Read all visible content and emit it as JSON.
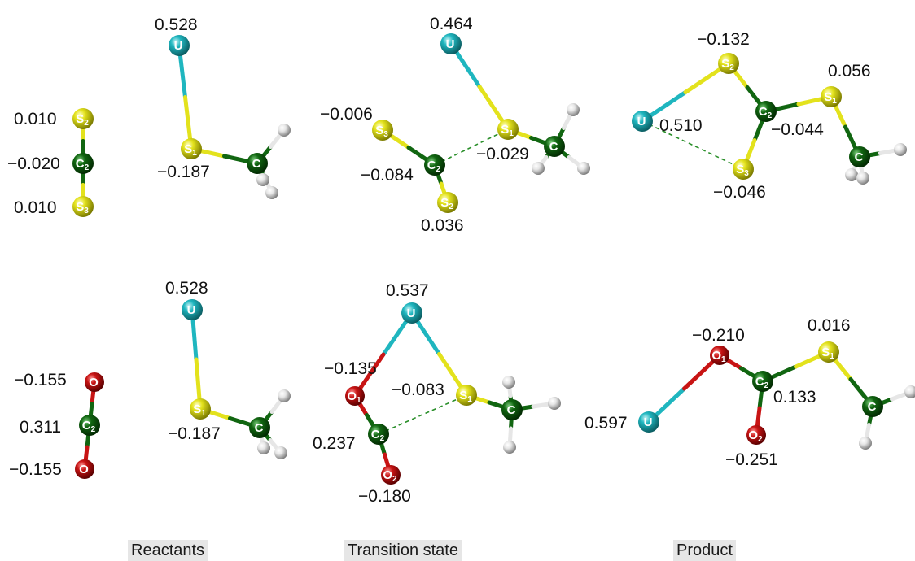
{
  "colors": {
    "U": "#1fb6bf",
    "S": "#e3e21c",
    "C": "#116611",
    "O": "#c81414",
    "H": "#e6e6e6",
    "dashed_bond": "#2a8f2a",
    "caption_bg": "#e6e6e6"
  },
  "captions": {
    "reactants": "Reactants",
    "transition_state": "Transition state",
    "product": "Product"
  },
  "molecules": [
    {
      "id": "cs2-reactant",
      "atoms": [
        {
          "el": "S",
          "label": "S",
          "sub": "2",
          "charge": "0.010"
        },
        {
          "el": "C",
          "label": "C",
          "sub": "2",
          "charge": "−0.020"
        },
        {
          "el": "S",
          "label": "S",
          "sub": "3",
          "charge": "0.010"
        }
      ]
    },
    {
      "id": "uscch3-top-reactant",
      "atoms": [
        {
          "el": "U",
          "label": "U",
          "sub": "",
          "charge": "0.528"
        },
        {
          "el": "S",
          "label": "S",
          "sub": "1",
          "charge": "−0.187"
        },
        {
          "el": "C",
          "label": "C",
          "sub": "",
          "charge": ""
        },
        {
          "el": "H",
          "label": "",
          "sub": "",
          "charge": ""
        },
        {
          "el": "H",
          "label": "",
          "sub": "",
          "charge": ""
        },
        {
          "el": "H",
          "label": "",
          "sub": "",
          "charge": ""
        }
      ]
    },
    {
      "id": "cs2-transition-state",
      "atoms": [
        {
          "el": "U",
          "label": "U",
          "sub": "",
          "charge": "0.464"
        },
        {
          "el": "S",
          "label": "S",
          "sub": "3",
          "charge": "−0.006"
        },
        {
          "el": "C",
          "label": "C",
          "sub": "2",
          "charge": "−0.084"
        },
        {
          "el": "S",
          "label": "S",
          "sub": "2",
          "charge": "0.036"
        },
        {
          "el": "S",
          "label": "S",
          "sub": "1",
          "charge": "−0.029"
        },
        {
          "el": "C",
          "label": "C",
          "sub": "",
          "charge": ""
        },
        {
          "el": "H",
          "label": "",
          "sub": "",
          "charge": ""
        },
        {
          "el": "H",
          "label": "",
          "sub": "",
          "charge": ""
        },
        {
          "el": "H",
          "label": "",
          "sub": "",
          "charge": ""
        }
      ]
    },
    {
      "id": "cs2-product",
      "atoms": [
        {
          "el": "U",
          "label": "U",
          "sub": "",
          "charge": "0.510"
        },
        {
          "el": "S",
          "label": "S",
          "sub": "2",
          "charge": "−0.132"
        },
        {
          "el": "C",
          "label": "C",
          "sub": "2",
          "charge": "−0.044"
        },
        {
          "el": "S",
          "label": "S",
          "sub": "1",
          "charge": "0.056"
        },
        {
          "el": "S",
          "label": "S",
          "sub": "3",
          "charge": "−0.046"
        },
        {
          "el": "C",
          "label": "C",
          "sub": "",
          "charge": ""
        },
        {
          "el": "H",
          "label": "",
          "sub": "",
          "charge": ""
        },
        {
          "el": "H",
          "label": "",
          "sub": "",
          "charge": ""
        },
        {
          "el": "H",
          "label": "",
          "sub": "",
          "charge": ""
        }
      ]
    },
    {
      "id": "co2-reactant",
      "atoms": [
        {
          "el": "O",
          "label": "O",
          "sub": "",
          "charge": "−0.155"
        },
        {
          "el": "C",
          "label": "C",
          "sub": "2",
          "charge": "0.311"
        },
        {
          "el": "O",
          "label": "O",
          "sub": "",
          "charge": "−0.155"
        }
      ]
    },
    {
      "id": "uscch3-bottom-reactant",
      "atoms": [
        {
          "el": "U",
          "label": "U",
          "sub": "",
          "charge": "0.528"
        },
        {
          "el": "S",
          "label": "S",
          "sub": "1",
          "charge": "−0.187"
        },
        {
          "el": "C",
          "label": "C",
          "sub": "",
          "charge": ""
        },
        {
          "el": "H",
          "label": "",
          "sub": "",
          "charge": ""
        },
        {
          "el": "H",
          "label": "",
          "sub": "",
          "charge": ""
        },
        {
          "el": "H",
          "label": "",
          "sub": "",
          "charge": ""
        }
      ]
    },
    {
      "id": "co2-transition-state",
      "atoms": [
        {
          "el": "U",
          "label": "U",
          "sub": "",
          "charge": "0.537"
        },
        {
          "el": "O",
          "label": "O",
          "sub": "1",
          "charge": "−0.135"
        },
        {
          "el": "C",
          "label": "C",
          "sub": "2",
          "charge": "0.237"
        },
        {
          "el": "O",
          "label": "O",
          "sub": "2",
          "charge": "−0.180"
        },
        {
          "el": "S",
          "label": "S",
          "sub": "1",
          "charge": "−0.083"
        },
        {
          "el": "C",
          "label": "C",
          "sub": "",
          "charge": ""
        },
        {
          "el": "H",
          "label": "",
          "sub": "",
          "charge": ""
        },
        {
          "el": "H",
          "label": "",
          "sub": "",
          "charge": ""
        },
        {
          "el": "H",
          "label": "",
          "sub": "",
          "charge": ""
        }
      ]
    },
    {
      "id": "co2-product",
      "atoms": [
        {
          "el": "U",
          "label": "U",
          "sub": "",
          "charge": "0.597"
        },
        {
          "el": "O",
          "label": "O",
          "sub": "1",
          "charge": "−0.210"
        },
        {
          "el": "C",
          "label": "C",
          "sub": "2",
          "charge": "0.133"
        },
        {
          "el": "O",
          "label": "O",
          "sub": "2",
          "charge": "−0.251"
        },
        {
          "el": "S",
          "label": "S",
          "sub": "1",
          "charge": "0.016"
        },
        {
          "el": "C",
          "label": "C",
          "sub": "",
          "charge": ""
        },
        {
          "el": "H",
          "label": "",
          "sub": "",
          "charge": ""
        },
        {
          "el": "H",
          "label": "",
          "sub": "",
          "charge": ""
        }
      ]
    }
  ]
}
